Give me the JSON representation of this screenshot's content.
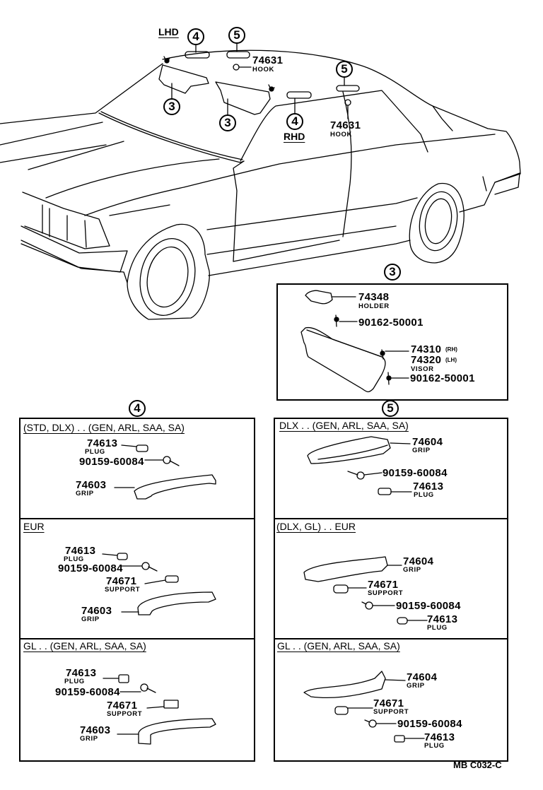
{
  "overview": {
    "lhd_label": "LHD",
    "rhd_label": "RHD",
    "callouts": [
      "3",
      "3",
      "4",
      "5",
      "4",
      "5"
    ],
    "hook_lhd": {
      "part": "74631",
      "name": "HOOK"
    },
    "hook_rhd": {
      "part": "74631",
      "name": "HOOK"
    }
  },
  "visor_section": {
    "callout": "3",
    "parts": [
      {
        "part": "74348",
        "name": "HOLDER"
      },
      {
        "part": "90162-50001"
      },
      {
        "part": "74310",
        "suffix": "(RH)"
      },
      {
        "part": "74320",
        "suffix": "(LH)",
        "name": "VISOR"
      },
      {
        "part": "90162-50001"
      }
    ]
  },
  "grip_section_4": {
    "callout": "4",
    "groups": [
      {
        "header": "(STD, DLX) . . (GEN, ARL, SAA, SA)",
        "parts": [
          {
            "part": "74613",
            "name": "PLUG"
          },
          {
            "part": "90159-60084"
          },
          {
            "part": "74603",
            "name": "GRIP"
          }
        ]
      },
      {
        "header": "EUR",
        "parts": [
          {
            "part": "74613",
            "name": "PLUG"
          },
          {
            "part": "90159-60084"
          },
          {
            "part": "74671",
            "name": "SUPPORT"
          },
          {
            "part": "74603",
            "name": "GRIP"
          }
        ]
      },
      {
        "header": "GL . . (GEN, ARL, SAA, SA)",
        "parts": [
          {
            "part": "74613",
            "name": "PLUG"
          },
          {
            "part": "90159-60084"
          },
          {
            "part": "74671",
            "name": "SUPPORT"
          },
          {
            "part": "74603",
            "name": "GRIP"
          }
        ]
      }
    ]
  },
  "grip_section_5": {
    "callout": "5",
    "groups": [
      {
        "header": "DLX . . (GEN, ARL, SAA, SA)",
        "parts": [
          {
            "part": "74604",
            "name": "GRIP"
          },
          {
            "part": "90159-60084"
          },
          {
            "part": "74613",
            "name": "PLUG"
          }
        ]
      },
      {
        "header": "(DLX, GL) . . EUR",
        "parts": [
          {
            "part": "74604",
            "name": "GRIP"
          },
          {
            "part": "74671",
            "name": "SUPPORT"
          },
          {
            "part": "90159-60084"
          },
          {
            "part": "74613",
            "name": "PLUG"
          }
        ]
      },
      {
        "header": "GL . . (GEN, ARL, SAA, SA)",
        "parts": [
          {
            "part": "74604",
            "name": "GRIP"
          },
          {
            "part": "74671",
            "name": "SUPPORT"
          },
          {
            "part": "90159-60084"
          },
          {
            "part": "74613",
            "name": "PLUG"
          }
        ]
      }
    ]
  },
  "footer": {
    "code": "MB C032-C"
  }
}
